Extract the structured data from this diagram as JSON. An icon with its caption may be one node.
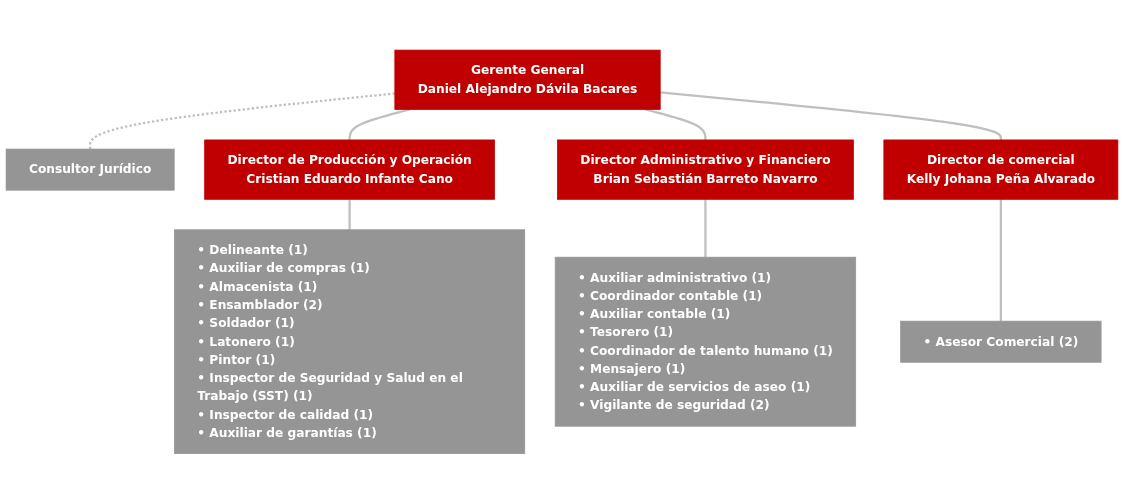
{
  "diagram": {
    "nodes": [
      {
        "text": [
          "Gerente General",
          "Daniel Alejandro Dávila Bacares"
        ]
      },
      {
        "text": [
          "Consultor Jurídico"
        ]
      },
      {
        "text": [
          "Director de Producción y Operación",
          "Cristian Eduardo Infante Cano"
        ]
      },
      {
        "text": [
          "Director Administrativo y Financiero",
          "Brian Sebastián Barreto Navarro"
        ]
      },
      {
        "text": [
          "Director de comercial",
          "Kelly Johana Peña Alvarado"
        ]
      },
      {
        "text": [
          "• Delineante (1)",
          "• Auxiliar de compras (1)",
          "• Almacenista (1)",
          "• Ensamblador (2)",
          "• Soldador (1)",
          "• Latonero (1)",
          "• Pintor (1)",
          "• Inspector de Seguridad y Salud en el Trabajo (SST) (1)",
          "• Inspector de calidad (1)",
          "• Auxiliar de garantías (1)"
        ]
      },
      {
        "text": [
          "• Auxiliar administrativo (1)",
          "• Coordinador contable (1)",
          "• Auxiliar contable (1)",
          "• Tesorero (1)",
          "• Coordinador de talento humano (1)",
          "• Mensajero (1)",
          "• Auxiliar de servicios de aseo (1)",
          "• Vigilante de seguridad (2)"
        ]
      },
      {
        "text": [
          "• Asesor Comercial (2)"
        ]
      }
    ],
    "edges": [
      {
        "from": 0,
        "to": 1,
        "arrow": "none",
        "style": "dashed"
      },
      {
        "from": 0,
        "to": 2,
        "arrow": "none"
      },
      {
        "from": 0,
        "to": 3,
        "arrow": "none"
      },
      {
        "from": 0,
        "to": 4,
        "arrow": "none"
      },
      {
        "from": 2,
        "to": 5,
        "arrow": "none"
      },
      {
        "from": 3,
        "to": 6,
        "arrow": "none"
      },
      {
        "from": 4,
        "to": 7,
        "arrow": "none"
      }
    ]
  }
}
